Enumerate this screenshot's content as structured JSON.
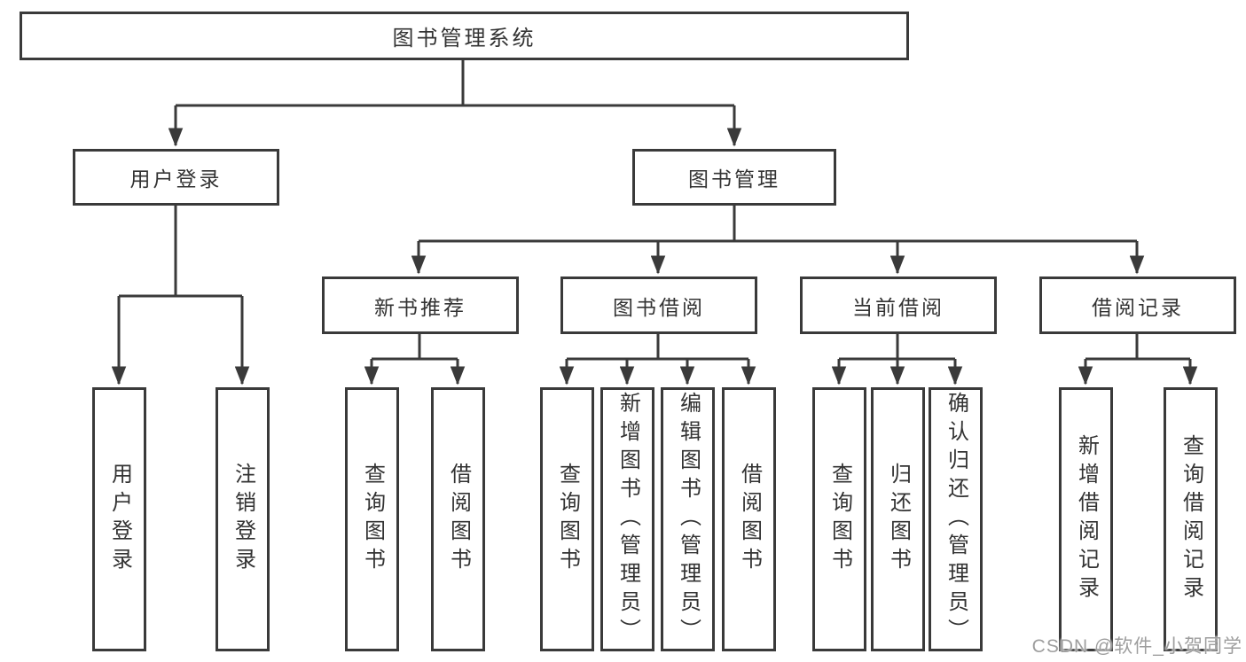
{
  "colors": {
    "line": "#3a3a3a",
    "box_border": "#3a3a3a",
    "text": "#333333",
    "watermark": "#9e9e9e",
    "background": "#ffffff"
  },
  "tree": {
    "label": "图书管理系统",
    "children": [
      {
        "label": "用户登录",
        "children": [
          {
            "label": "用户登录"
          },
          {
            "label": "注销登录"
          }
        ]
      },
      {
        "label": "图书管理",
        "children": [
          {
            "label": "新书推荐",
            "children": [
              {
                "label": "查询图书"
              },
              {
                "label": "借阅图书"
              }
            ]
          },
          {
            "label": "图书借阅",
            "children": [
              {
                "label": "查询图书"
              },
              {
                "label": "新增图书（管理员）"
              },
              {
                "label": "编辑图书（管理员）"
              },
              {
                "label": "借阅图书"
              }
            ]
          },
          {
            "label": "当前借阅",
            "children": [
              {
                "label": "查询图书"
              },
              {
                "label": "归还图书"
              },
              {
                "label": "确认归还（管理员）"
              }
            ]
          },
          {
            "label": "借阅记录",
            "children": [
              {
                "label": "新增借阅记录"
              },
              {
                "label": "查询借阅记录"
              }
            ]
          }
        ]
      }
    ]
  },
  "watermark": {
    "text": "CSDN @软件_小贺同学"
  }
}
